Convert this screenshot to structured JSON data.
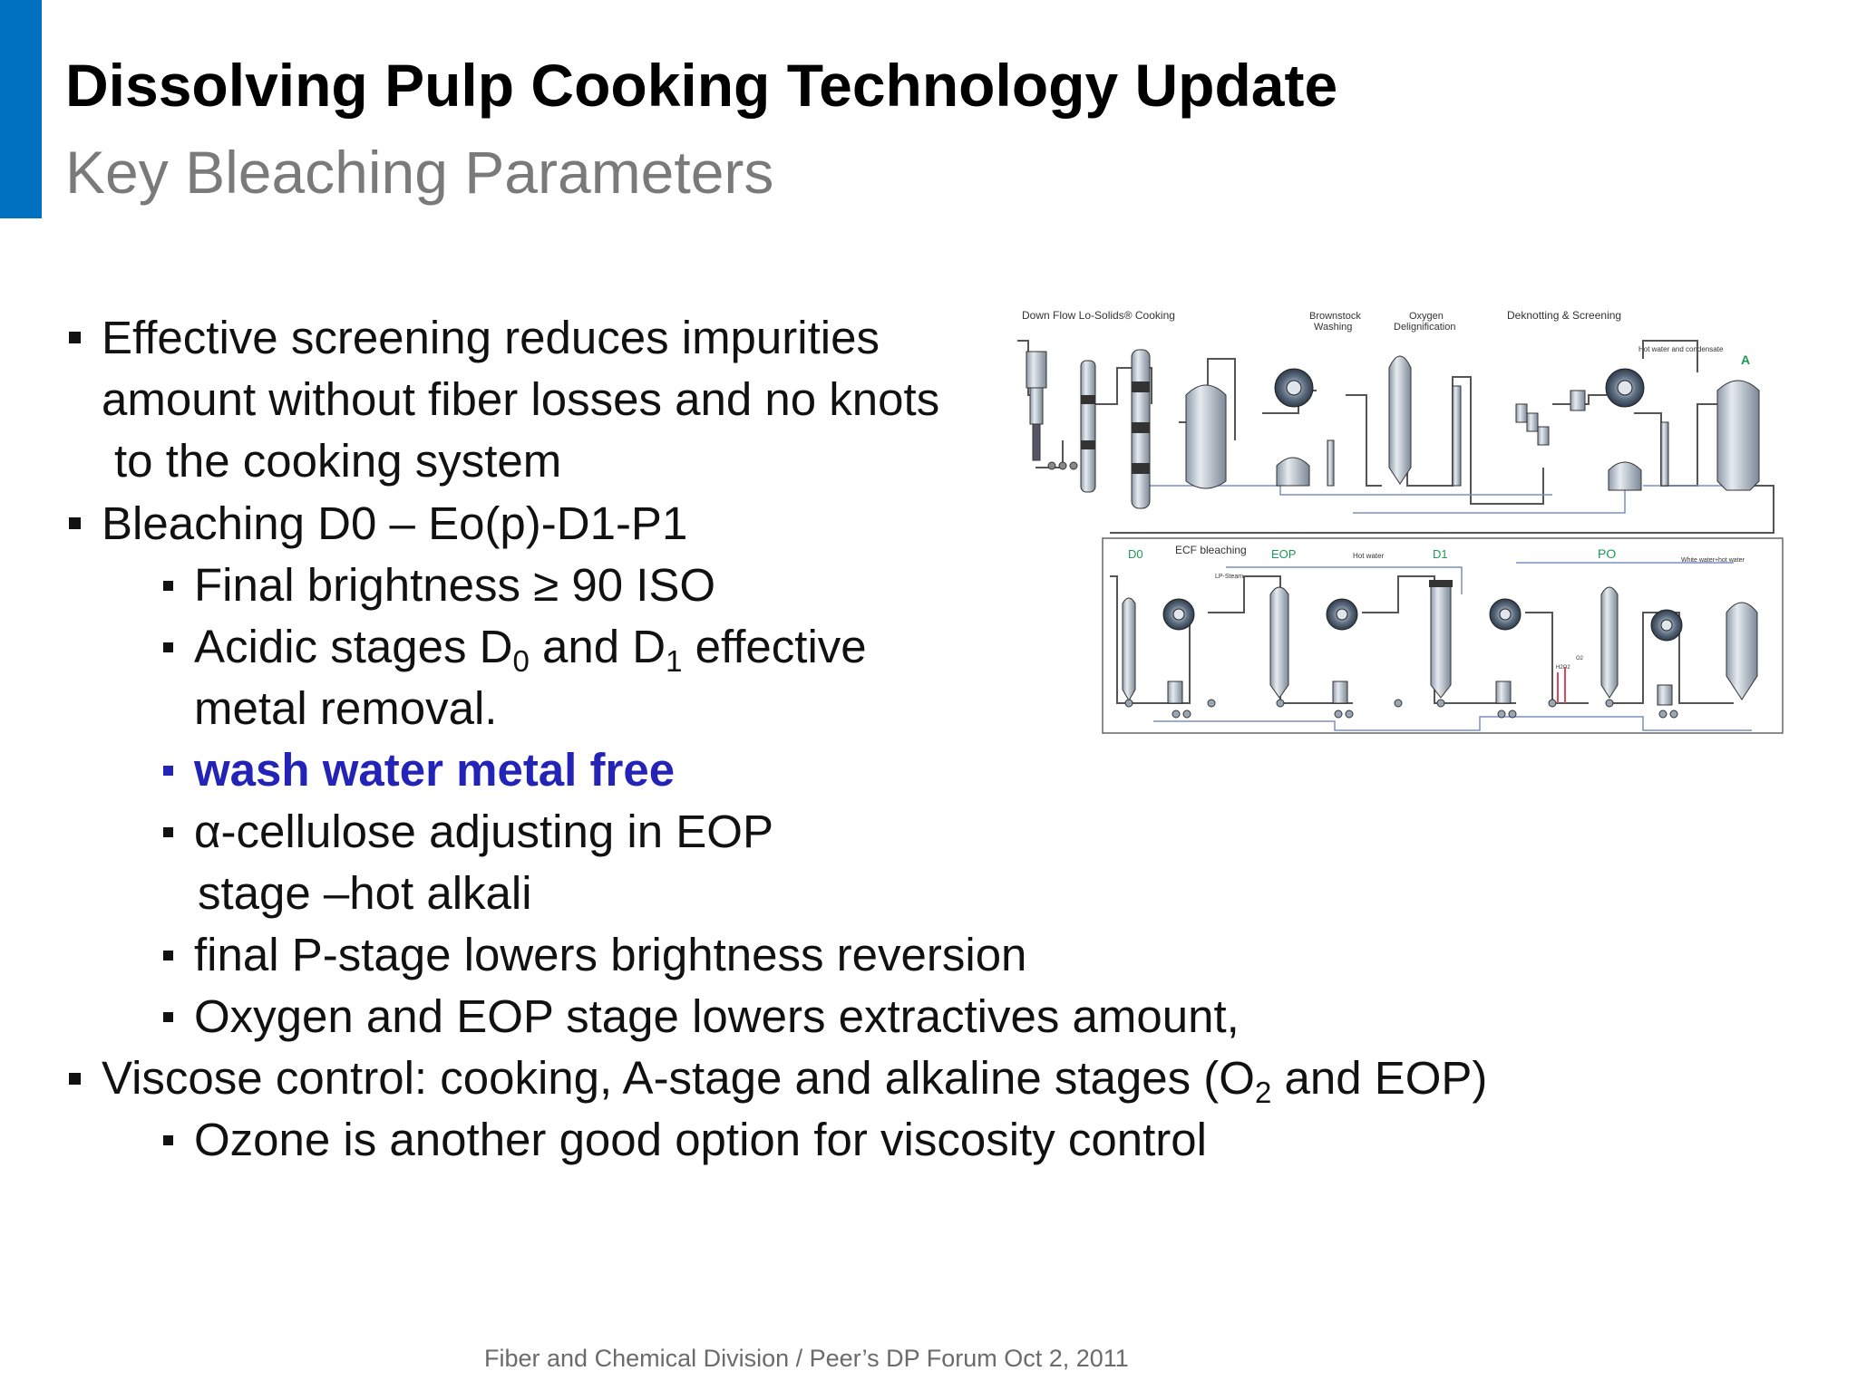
{
  "accent_color": "#0070c0",
  "slide": {
    "title": "Dissolving Pulp Cooking Technology Update",
    "subtitle": "Key Bleaching Parameters"
  },
  "bullets": {
    "b1_l1": "Effective screening reduces impurities",
    "b1_l2": "amount without fiber losses and no knots",
    "b1_l3": "to the cooking system",
    "b2": "Bleaching D0 – Eo(p)-D1-P1",
    "b2_s1": "Final brightness ≥ 90 ISO",
    "b2_s2_a": "Acidic stages D",
    "b2_s2_sub0": "0",
    "b2_s2_b": " and D",
    "b2_s2_sub1": "1",
    "b2_s2_c": " effective",
    "b2_s2_l2": "metal removal.",
    "b2_s3": "wash water metal free",
    "b2_s4_l1": "α-cellulose adjusting in EOP",
    "b2_s4_l2": "stage –hot alkali",
    "b2_s5": "final P-stage lowers brightness reversion",
    "b2_s6": "Oxygen and EOP stage lowers extractives amount,",
    "b3_a": "Viscose control: cooking, A-stage and alkaline stages (O",
    "b3_sub": "2",
    "b3_b": " and EOP)",
    "b3_s1": "Ozone is another good option for viscosity control"
  },
  "diagram": {
    "label_cooking": "Down Flow Lo-Solids® Cooking",
    "label_brownstock_1": "Brownstock",
    "label_brownstock_2": "Washing",
    "label_oxygen_1": "Oxygen",
    "label_oxygen_2": "Delignification",
    "label_deknotting": "Deknotting & Screening",
    "label_hot_water_condensate": "Hot water and condensate",
    "label_a": "A",
    "label_d0": "D0",
    "label_ecf": "ECF bleaching",
    "label_eop": "EOP",
    "label_lp_steam": "LP-Steam",
    "label_hot_water": "Hot water",
    "label_d1": "D1",
    "label_po": "PO",
    "label_white_water": "White water+hot water",
    "label_h2o2": "H2O2",
    "label_o2": "O2"
  },
  "footer": "Fiber and Chemical Division / Peer’s DP Forum Oct 2, 2011"
}
